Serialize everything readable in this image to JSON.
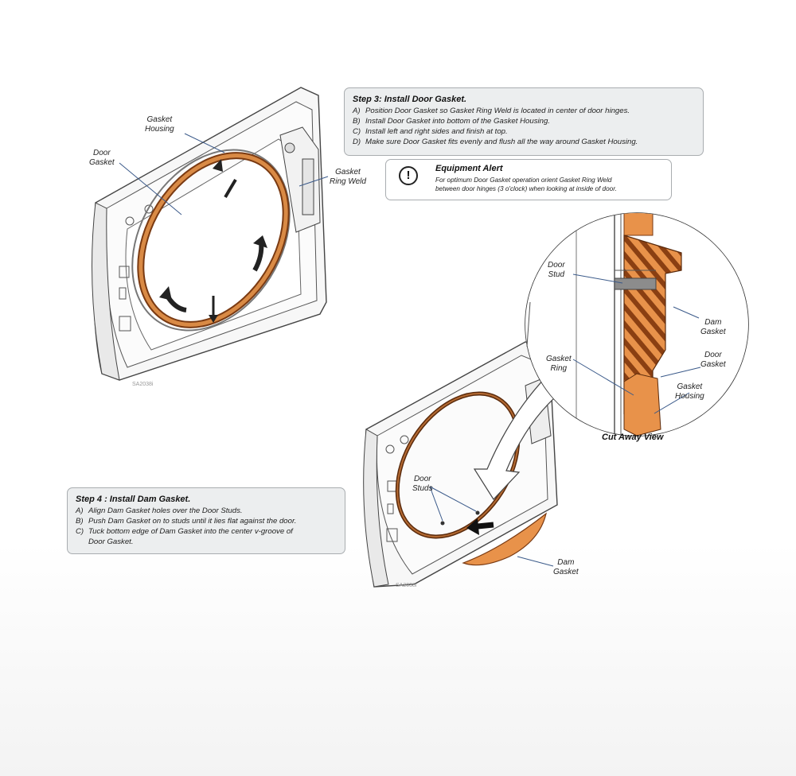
{
  "step3": {
    "title": "Step 3:  Install Door Gasket.",
    "lines": [
      {
        "letter": "A)",
        "text": "Position Door Gasket so Gasket Ring Weld is located in center of door hinges."
      },
      {
        "letter": "B)",
        "text": "Install Door Gasket into bottom of the Gasket Housing."
      },
      {
        "letter": "C)",
        "text": "Install left and right sides and finish at top."
      },
      {
        "letter": "D)",
        "text": "Make sure Door Gasket fits evenly and flush all the way around Gasket Housing."
      }
    ]
  },
  "alert": {
    "icon": "exclamation-icon",
    "icon_glyph": "!",
    "title": "Equipment Alert",
    "lines": [
      "For optimum Door Gasket operation orient Gasket Ring Weld",
      "between door hinges (3 o'clock) when looking at inside of door."
    ]
  },
  "step4": {
    "title": "Step 4 :  Install Dam Gasket.",
    "lines": [
      {
        "letter": "A)",
        "text": "Align Dam Gasket holes over the Door Studs."
      },
      {
        "letter": "B)",
        "text": "Push Dam Gasket on to studs until it lies flat against the door."
      },
      {
        "letter": "C)",
        "text": "Tuck bottom edge of Dam Gasket into the center v-groove of"
      },
      {
        "letter": "",
        "text": "Door Gasket."
      }
    ]
  },
  "labels": {
    "gasket_housing": [
      "Gasket",
      "Housing"
    ],
    "door_gasket": [
      "Door",
      "Gasket"
    ],
    "gasket_ring_weld": [
      "Gasket",
      "Ring Weld"
    ],
    "door_stud": [
      "Door",
      "Stud"
    ],
    "dam_gasket_cut": [
      "Dam",
      "Gasket"
    ],
    "door_gasket_cut": [
      "Door",
      "Gasket"
    ],
    "gasket_housing_cut": [
      "Gasket",
      "Housing"
    ],
    "gasket_ring": [
      "Gasket",
      "Ring"
    ],
    "door_studs": [
      "Door",
      "Studs"
    ],
    "dam_gasket": [
      "Dam",
      "Gasket"
    ]
  },
  "cutaway_title": "Cut Away View",
  "figure_ids": [
    "SA2038i",
    "SA2038i"
  ],
  "colors": {
    "gasket": "#c8702a",
    "gasket_dark": "#7a3a12",
    "box_bg": "#eceeef",
    "box_border": "#a9adb0",
    "line": "#333333",
    "leader": "#3b5a8a"
  }
}
